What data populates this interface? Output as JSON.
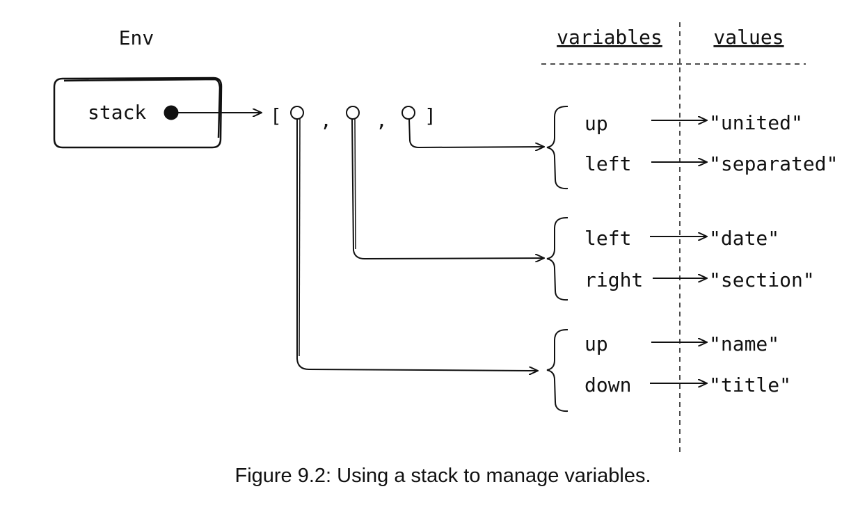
{
  "env": {
    "title": "Env",
    "field_label": "stack"
  },
  "array": {
    "open": "[",
    "sep1": ",",
    "sep2": ",",
    "close": "]"
  },
  "table": {
    "variables_header": "variables",
    "values_header": "values"
  },
  "frames": [
    {
      "bindings": [
        {
          "variable": "up",
          "value": "\"united\""
        },
        {
          "variable": "left",
          "value": "\"separated\""
        }
      ]
    },
    {
      "bindings": [
        {
          "variable": "left",
          "value": "\"date\""
        },
        {
          "variable": "right",
          "value": "\"section\""
        }
      ]
    },
    {
      "bindings": [
        {
          "variable": "up",
          "value": "\"name\""
        },
        {
          "variable": "down",
          "value": "\"title\""
        }
      ]
    }
  ],
  "caption": "Figure 9.2: Using a stack to manage variables."
}
